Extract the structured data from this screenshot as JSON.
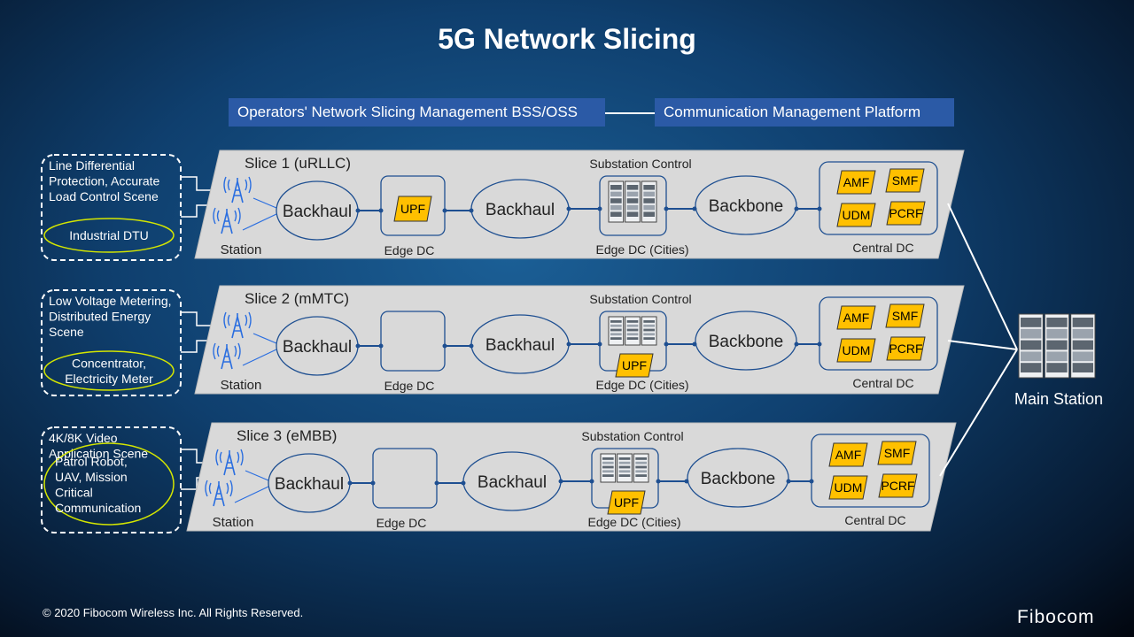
{
  "title": "5G Network Slicing",
  "header": {
    "left_box": "Operators' Network Slicing Management BSS/OSS",
    "right_box": "Communication Management Platform"
  },
  "slices": [
    {
      "name": "Slice 1 (uRLLC)",
      "scene_lines": [
        "Line Differential",
        "Protection, Accurate",
        "Load Control Scene"
      ],
      "device_lines": [
        "Industrial DTU"
      ],
      "station": "Station",
      "backhaul1": "Backhaul",
      "edge_dc": "Edge DC",
      "edge_upf": "UPF",
      "backhaul2": "Backhaul",
      "substation": "Substation Control",
      "edge_dc_cities": "Edge DC (Cities)",
      "backbone": "Backbone",
      "central_dc": "Central  DC",
      "nfs": [
        "AMF",
        "SMF",
        "UDM",
        "PCRF"
      ]
    },
    {
      "name": "Slice 2 (mMTC)",
      "scene_lines": [
        "Low Voltage Metering,",
        "Distributed Energy",
        "Scene"
      ],
      "device_lines": [
        "Concentrator,",
        "Electricity Meter"
      ],
      "station": "Station",
      "backhaul1": "Backhaul",
      "edge_dc": "Edge DC",
      "backhaul2": "Backhaul",
      "substation": "Substation Control",
      "city_upf": "UPF",
      "edge_dc_cities": "Edge DC (Cities)",
      "backbone": "Backbone",
      "central_dc": "Central  DC",
      "nfs": [
        "AMF",
        "SMF",
        "UDM",
        "PCRF"
      ]
    },
    {
      "name": "Slice 3 (eMBB)",
      "scene_lines": [
        "4K/8K Video",
        "Application Scene"
      ],
      "device_lines": [
        "Patrol Robot,",
        "UAV, Mission",
        "Critical",
        "Communication"
      ],
      "station": "Station",
      "backhaul1": "Backhaul",
      "edge_dc": "Edge DC",
      "backhaul2": "Backhaul",
      "substation": "Substation Control",
      "city_upf": "UPF",
      "edge_dc_cities": "Edge DC (Cities)",
      "backbone": "Backbone",
      "central_dc": "Central  DC",
      "nfs": [
        "AMF",
        "SMF",
        "UDM",
        "PCRF"
      ]
    }
  ],
  "main_station": "Main Station",
  "footer": "© 2020 Fibocom Wireless Inc. All Rights Reserved.",
  "logo": "Fibocom",
  "colors": {
    "background": "#0f3f6e",
    "header_box": "#2b5aa6",
    "slice_band": "#d9d9d9",
    "nf_tag": "#ffc000",
    "device_oval": "#d4e600"
  }
}
